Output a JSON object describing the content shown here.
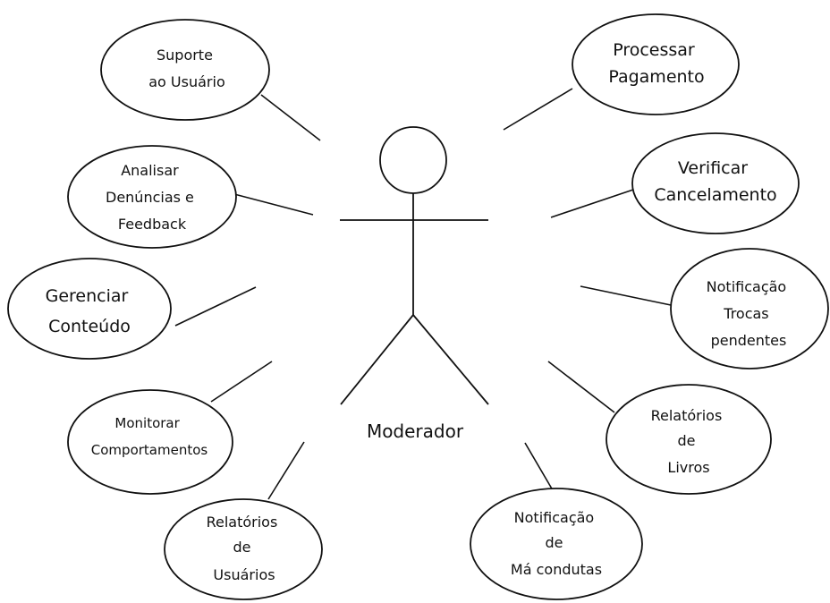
{
  "actor": {
    "label": "Moderador"
  },
  "use_cases": {
    "suporte": [
      "Suporte",
      "ao Usuário"
    ],
    "analisar": [
      "Analisar",
      "Denúncias e",
      "Feedback"
    ],
    "gerenciar": [
      "Gerenciar",
      "Conteúdo"
    ],
    "monitorar": [
      "Monitorar",
      "Comportamentos"
    ],
    "rel_usuarios": [
      "Relatórios",
      "de",
      "Usuários"
    ],
    "processar": [
      "Processar",
      "Pagamento"
    ],
    "verificar": [
      "Verificar",
      "Cancelamento"
    ],
    "notif_trocas": [
      "Notificação",
      "Trocas",
      "pendentes"
    ],
    "rel_livros": [
      "Relatórios",
      "de",
      "Livros"
    ],
    "notif_ma": [
      "Notificação",
      "de",
      "Má condutas"
    ]
  }
}
